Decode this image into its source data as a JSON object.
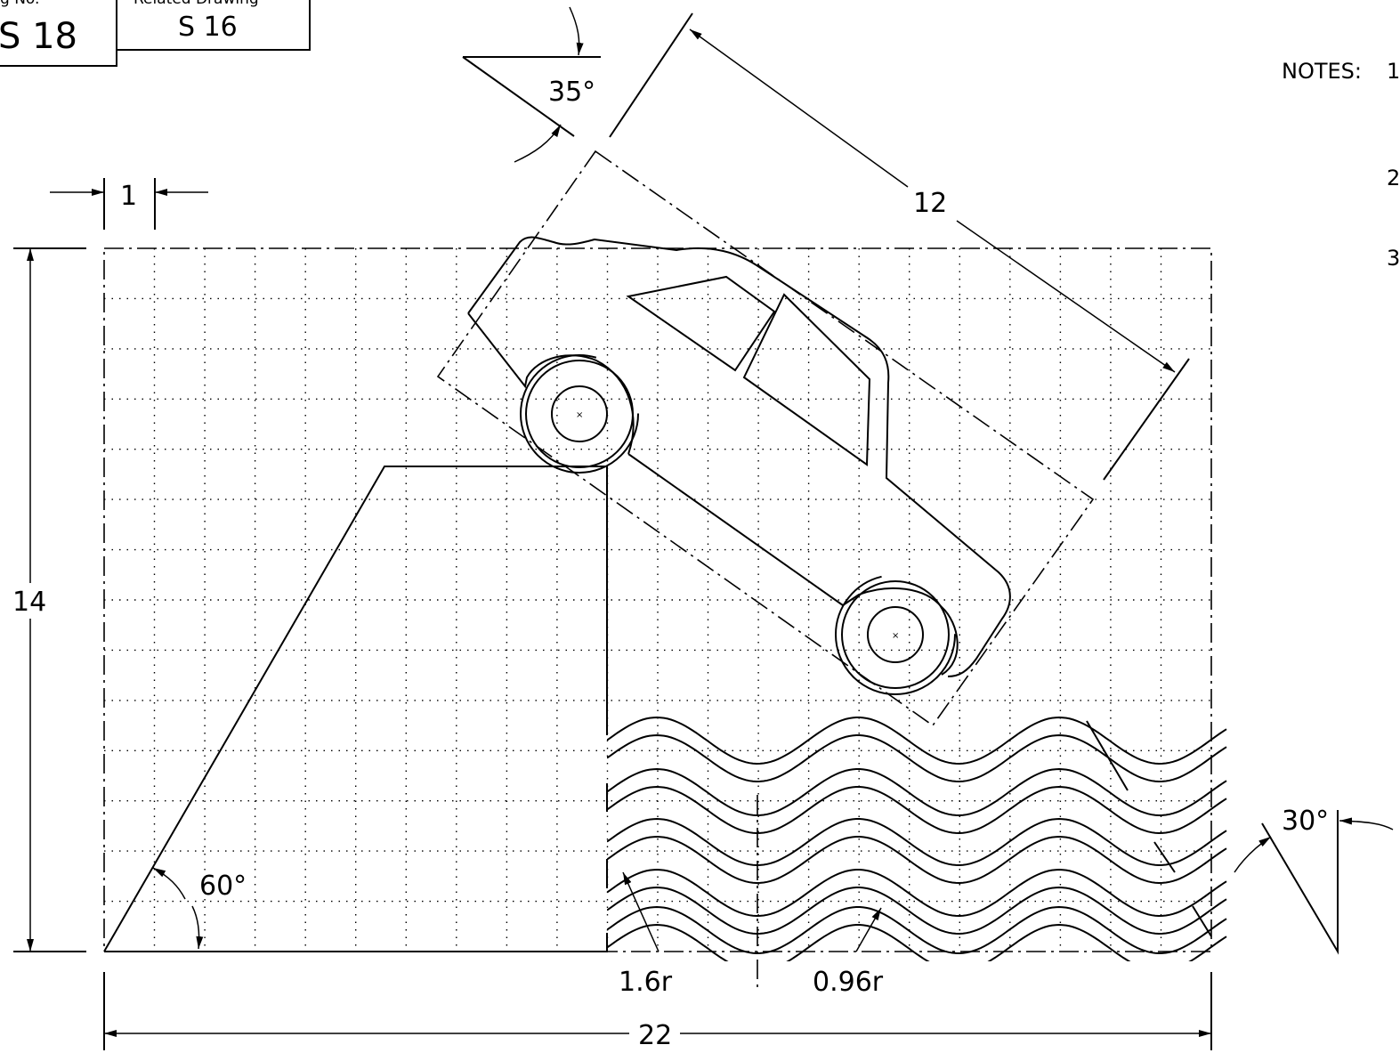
{
  "title_block": {
    "drawing_no_label": "g No.",
    "drawing_no": "S 18",
    "related_label": "Related Drawing",
    "related_no": "S 16"
  },
  "notes": {
    "label": "NOTES:",
    "items": [
      "1",
      "2",
      "3"
    ]
  },
  "dimensions": {
    "angle_top": "35°",
    "angle_base": "60°",
    "angle_right": "30°",
    "grid_unit": "1",
    "height": "14",
    "width": "22",
    "car_length": "12",
    "radius_large": "1.6r",
    "radius_small": "0.96r"
  },
  "colors": {
    "line": "#000000",
    "background": "#ffffff"
  }
}
